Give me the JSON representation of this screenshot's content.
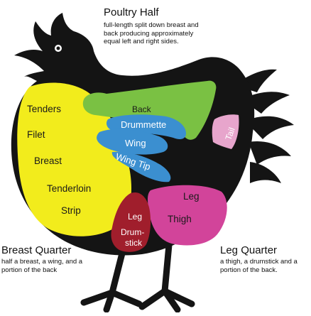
{
  "poultry_half": {
    "title": "Poultry Half",
    "desc_lines": [
      "full-length split down breast and",
      "back producing approximately",
      "equal left and right sides."
    ]
  },
  "breast_quarter": {
    "title": "Breast Quarter",
    "desc_lines": [
      "half a breast, a wing, and a",
      "portion of the back"
    ]
  },
  "leg_quarter": {
    "title": "Leg Quarter",
    "desc_lines": [
      "a thigh, a drumstick and a",
      "portion of the back."
    ]
  },
  "parts": {
    "tenders": "Tenders",
    "filet": "Filet",
    "breast": "Breast",
    "tenderloin": "Tenderloin",
    "strip": "Strip",
    "back": "Back",
    "drummette": "Drummette",
    "wing": "Wing",
    "wing_tip": "Wing Tip",
    "tail": "Tail",
    "leg_upper": "Leg",
    "thigh": "Thigh",
    "drum_leg": "Leg",
    "drumstick_line1": "Drum-",
    "drumstick_line2": "stick"
  },
  "colors": {
    "silhouette": "#141414",
    "breast_yellow": "#f2ec1c",
    "back_green": "#7ac143",
    "wing_blue": "#3b8fd0",
    "tail_pink": "#e7a5cc",
    "thigh_magenta": "#d2449a",
    "drumstick_red": "#a01e2c"
  }
}
